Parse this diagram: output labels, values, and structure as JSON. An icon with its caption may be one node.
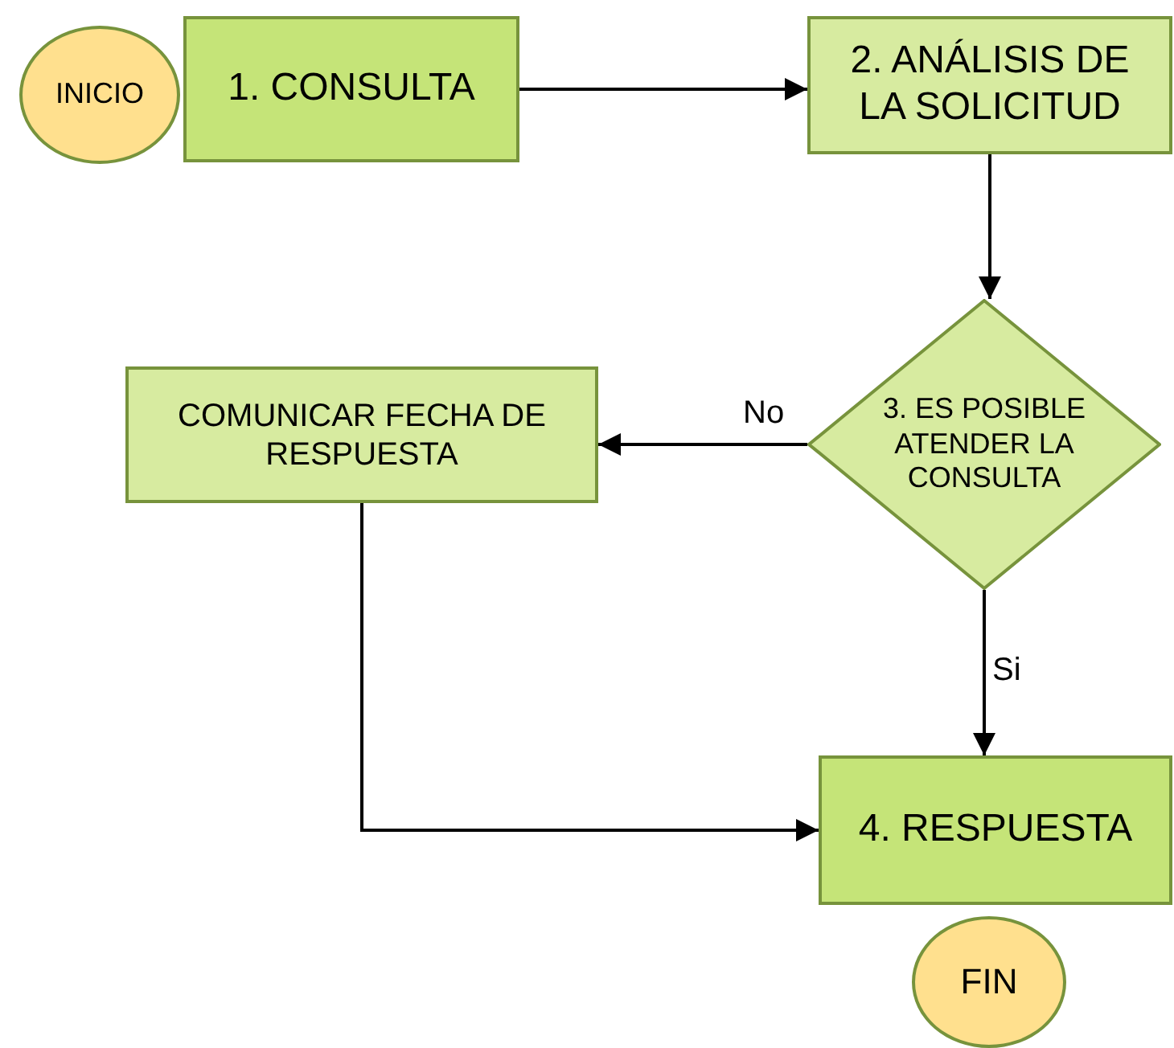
{
  "diagram": {
    "nodes": [
      {
        "text": [
          "INICIO"
        ]
      },
      {
        "text": [
          "1. CONSULTA"
        ]
      },
      {
        "text": [
          "2. ANÁLISIS DE LA SOLICITUD"
        ]
      },
      {
        "text": [
          "3. ES POSIBLE ATENDER LA CONSULTA"
        ]
      },
      {
        "text": [
          "COMUNICAR FECHA DE RESPUESTA"
        ]
      },
      {
        "text": [
          "4. RESPUESTA"
        ]
      },
      {
        "text": [
          "FIN"
        ]
      }
    ],
    "edges": [
      {
        "from": 1,
        "to": 2,
        "arrow": "to"
      },
      {
        "from": 2,
        "to": 3,
        "arrow": "to"
      },
      {
        "from": 3,
        "to": 4,
        "arrow": "to",
        "label": "No"
      },
      {
        "from": 3,
        "to": 5,
        "arrow": "to",
        "label": "Si"
      },
      {
        "from": 4,
        "to": 5,
        "arrow": "to"
      }
    ]
  }
}
